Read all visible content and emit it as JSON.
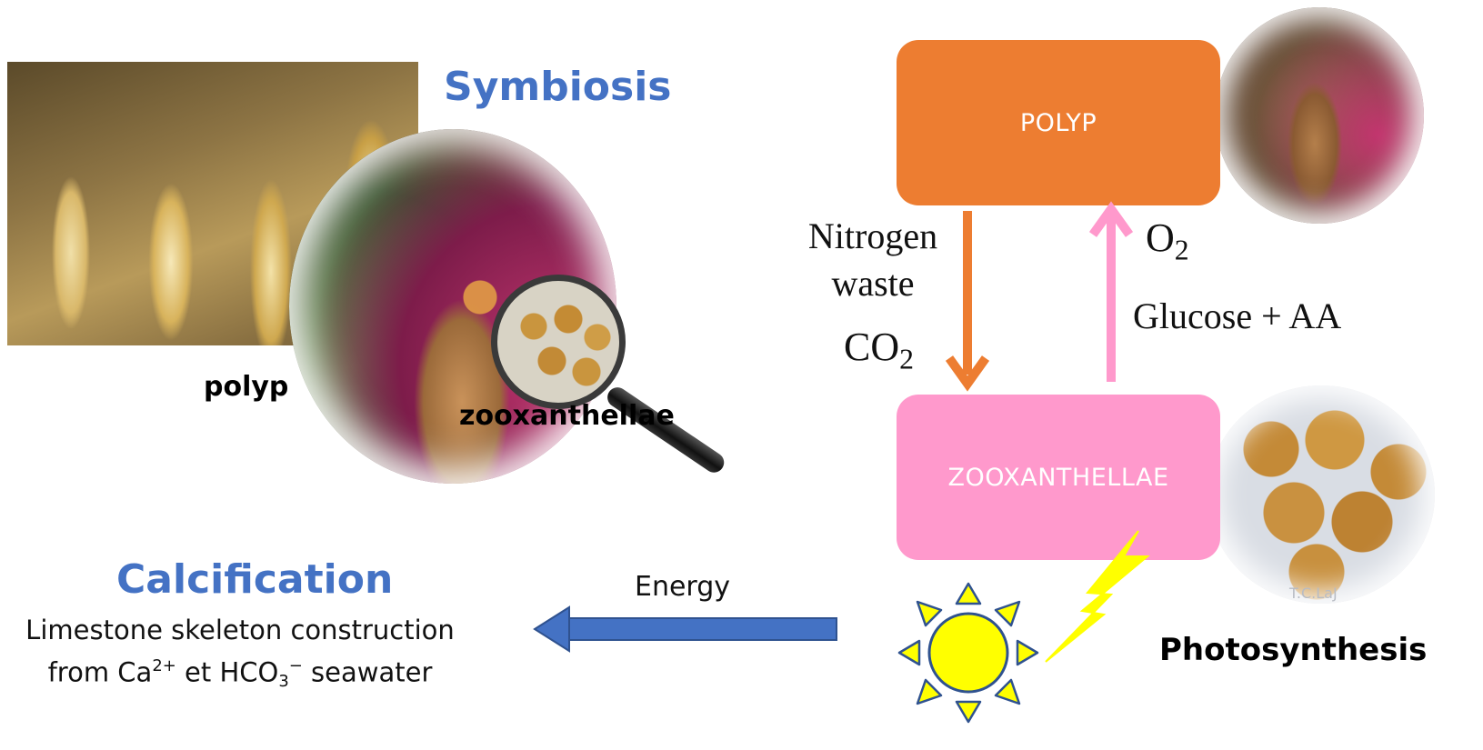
{
  "symbiosis": {
    "title": "Symbiosis",
    "polyp_label": "polyp",
    "zooxanthellae_label": "zooxanthellae"
  },
  "calcification": {
    "title": "Calcification",
    "line1": "Limestone skeleton construction",
    "line2_prefix": "from Ca",
    "ca_charge": "2+",
    "line2_middle": " et HCO",
    "hco_sub": "3",
    "hco_charge": "−",
    "line2_suffix": " seawater"
  },
  "cycle": {
    "polyp_box": "POLYP",
    "zoox_box": "ZOOXANTHELLAE",
    "nitrogen_line1": "Nitrogen",
    "nitrogen_line2": "waste",
    "co2_main": "CO",
    "co2_sub": "2",
    "o2_main": "O",
    "o2_sub": "2",
    "glucose": "Glucose + AA",
    "photosynthesis": "Photosynthesis",
    "energy": "Energy",
    "watermark": "T.C.LaJ"
  },
  "colors": {
    "title_blue": "#4472c4",
    "polyp_orange": "#ed7d31",
    "zoox_pink": "#ff99cc",
    "energy_blue": "#4472c4",
    "sun_yellow": "#ffff00",
    "bolt_yellow": "#ffff00"
  },
  "icons": {
    "sun": "sun-icon",
    "bolt": "lightning-bolt-icon",
    "magnifier": "magnifying-glass-icon"
  }
}
